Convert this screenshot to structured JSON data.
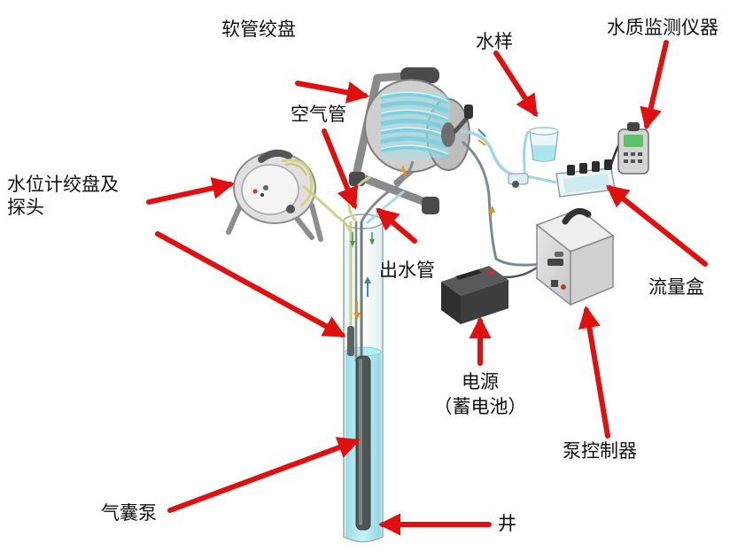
{
  "colors": {
    "arrow": "#e01010",
    "water": "#9fe3ee",
    "pump": "#4f5552",
    "steel": "#b8b8b8",
    "equipment": "#d6d6d6",
    "air_hose": "#dfe7b0",
    "flow_up": "#3a86c8",
    "flow_down": "#e8941a"
  },
  "labels": {
    "hose_reel": "软管绞盘",
    "water_sample": "水样",
    "water_quality_meter": "水质监测仪器",
    "air_tube": "空气管",
    "water_level_reel_line1": "水位计绞盘及",
    "water_level_reel_line2": "探头",
    "outlet_tube": "出水管",
    "flow_cell": "流量盒",
    "power_line1": "电源",
    "power_line2": "（蓄电池）",
    "pump_controller": "泵控制器",
    "bladder_pump": "气囊泵",
    "well": "井"
  },
  "icons": {
    "hose_reel": "hose-reel-icon",
    "water_level_reel": "water-level-reel-icon",
    "beaker": "sample-beaker-icon",
    "meter": "handheld-meter-icon",
    "flow_cell": "flow-cell-icon",
    "battery": "battery-icon",
    "controller": "controller-box-icon",
    "pump": "bladder-pump-icon",
    "well": "well-casing-icon"
  }
}
